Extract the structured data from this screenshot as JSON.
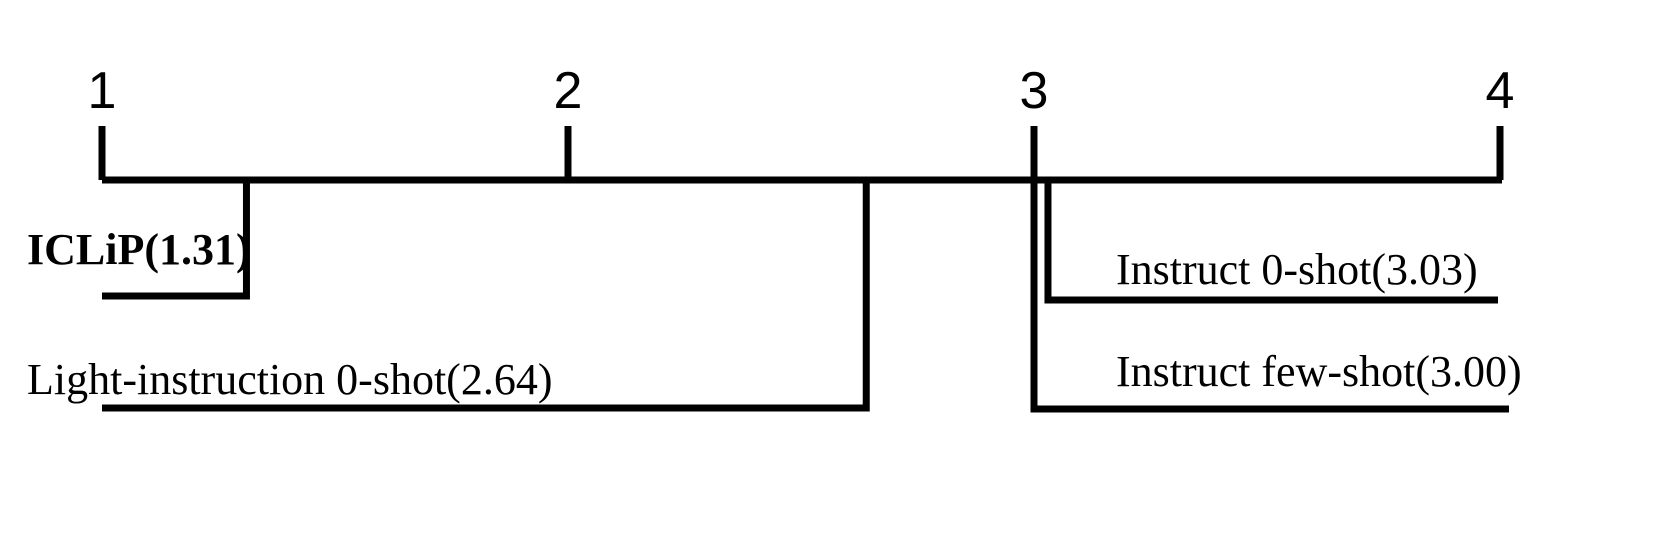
{
  "chart_data": {
    "type": "critical-difference",
    "axis": {
      "min": 1,
      "max": 4,
      "ticks": [
        "1",
        "2",
        "3",
        "4"
      ]
    },
    "line_color": "#000000",
    "methods": [
      {
        "name": "ICLiP",
        "rank": 1.31,
        "label": "ICLiP(1.31)",
        "side": "left",
        "bold": true
      },
      {
        "name": "Light-instruction 0-shot",
        "rank": 2.64,
        "label": "Light-instruction 0-shot(2.64)",
        "side": "left",
        "bold": false
      },
      {
        "name": "Instruct 0-shot",
        "rank": 3.03,
        "label": "Instruct 0-shot(3.03)",
        "side": "right",
        "bold": false
      },
      {
        "name": "Instruct few-shot",
        "rank": 3.0,
        "label": "Instruct few-shot(3.00)",
        "side": "right",
        "bold": false
      }
    ]
  }
}
